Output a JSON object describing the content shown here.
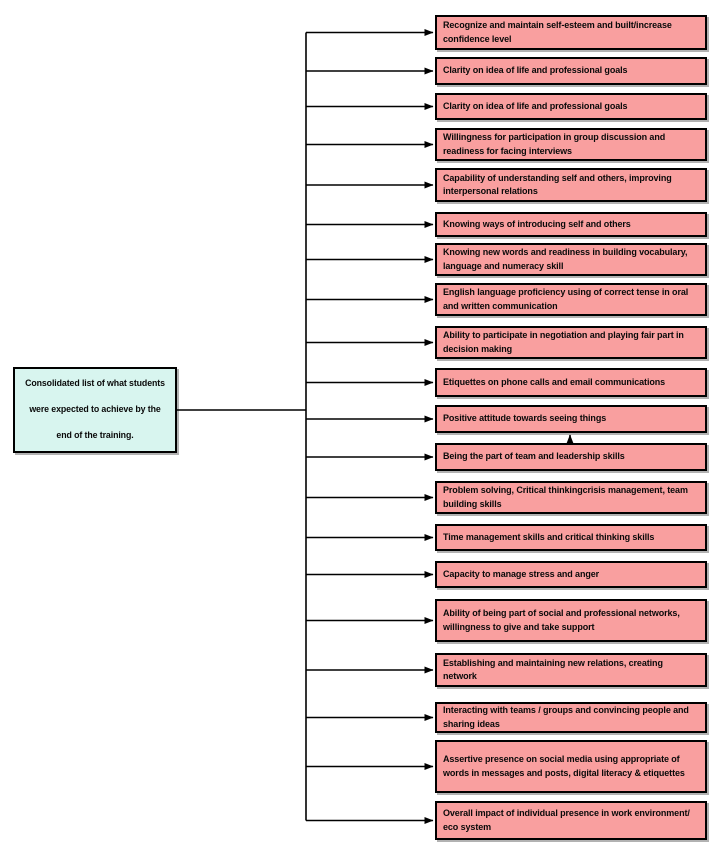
{
  "diagram": {
    "root": {
      "label": "Consolidated list of what students\nwere expected to achieve by the\nend of the training."
    },
    "outcomes": [
      "Recognize and maintain self-esteem and built/increase confidence level",
      "Clarity on idea of life and professional goals",
      "Clarity on idea of life and professional goals",
      "Willingness for participation in group discussion and readiness for facing interviews",
      "Capability of understanding self and others, improving interpersonal relations",
      "Knowing ways of introducing self and others",
      "Knowing new words and readiness in building vocabulary, language and numeracy skill",
      "English language proficiency using of correct tense in oral and written communication",
      "Ability to participate in negotiation and playing fair part in decision making",
      "Etiquettes on phone calls and email communications",
      "Positive attitude towards seeing things",
      "Being the part of team and leadership skills",
      "Problem solving, Critical thinkingcrisis management, team building skills",
      "Time management skills and critical thinking skills",
      "Capacity to manage stress and anger",
      "Ability of being part of social and professional networks, willingness to give and take support",
      "Establishing and maintaining new relations, creating network",
      "Interacting with teams / groups and convincing people and sharing ideas",
      "Assertive presence on social media using appropriate of words in messages and posts, digital literacy & etiquettes",
      "Overall impact of individual presence in work environment/ eco system"
    ],
    "colors": {
      "root_fill": "#d8f5ef",
      "outcome_fill": "#f99f9f",
      "line": "#000000"
    }
  }
}
